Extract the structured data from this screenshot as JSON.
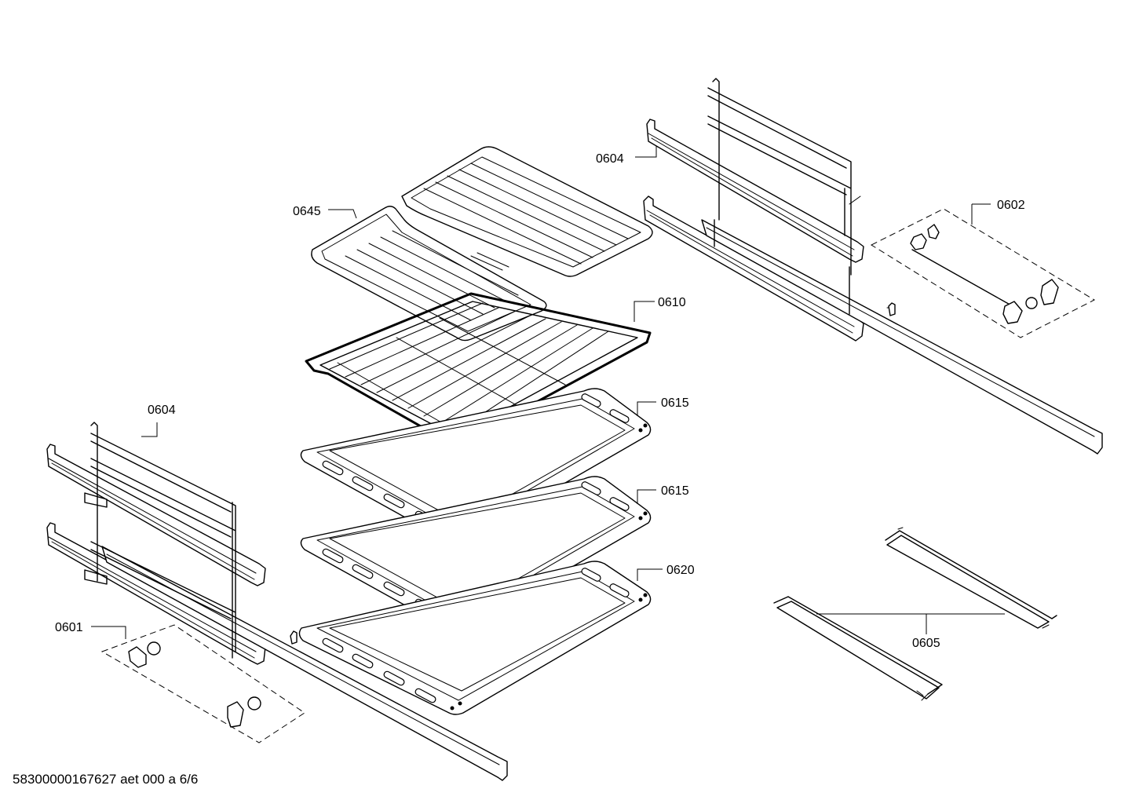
{
  "drawing": {
    "document_id": "58300000167627 aet 000 a 6/6",
    "labels": {
      "p0601": "0601",
      "p0602": "0602",
      "p0604_left": "0604",
      "p0604_right": "0604",
      "p0605": "0605",
      "p0610": "0610",
      "p0615_top": "0615",
      "p0615_bottom": "0615",
      "p0620": "0620",
      "p0645": "0645"
    }
  }
}
